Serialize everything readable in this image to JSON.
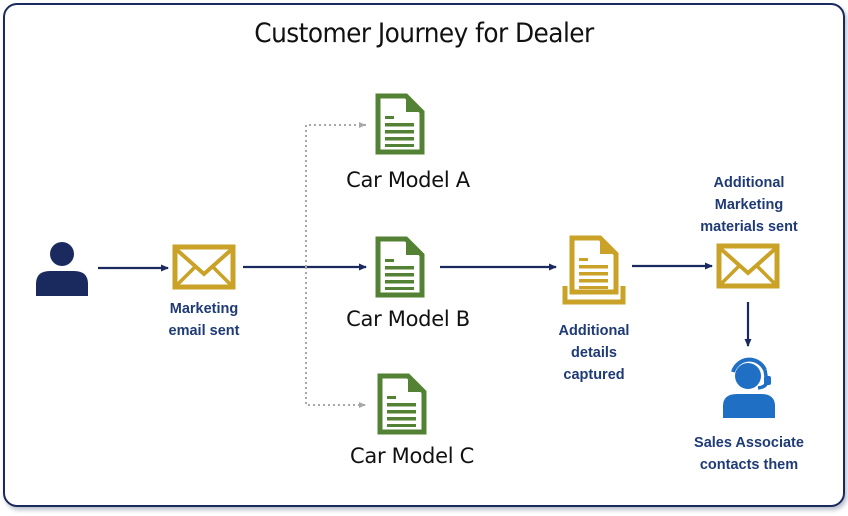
{
  "title": "Customer Journey for Dealer",
  "colors": {
    "frame": "#1a2a5e",
    "arrow": "#1a2a5e",
    "dotted_arrow": "#a8a8a8",
    "doc_green": "#548235",
    "gold": "#c9a227",
    "customer": "#1a2a5e",
    "associate": "#1f6fc4",
    "label_text": "#1f3b76"
  },
  "nodes": {
    "customer": {
      "icon": "person-icon",
      "label": ""
    },
    "marketing_email": {
      "icon": "envelope-icon",
      "label_line1": "Marketing",
      "label_line2": "email sent"
    },
    "car_model_a": {
      "icon": "document-icon",
      "label": "Car Model A"
    },
    "car_model_b": {
      "icon": "document-icon",
      "label": "Car Model B"
    },
    "car_model_c": {
      "icon": "document-icon",
      "label": "Car Model C"
    },
    "additional_details": {
      "icon": "document-tray-icon",
      "label_line1": "Additional",
      "label_line2": "details",
      "label_line3": "captured"
    },
    "additional_marketing": {
      "icon": "envelope-icon",
      "label_line1": "Additional",
      "label_line2": "Marketing",
      "label_line3": "materials sent"
    },
    "sales_associate": {
      "icon": "headset-person-icon",
      "label_line1": "Sales Associate",
      "label_line2": "contacts them"
    }
  },
  "edges": [
    {
      "from": "customer",
      "to": "marketing_email",
      "style": "solid"
    },
    {
      "from": "marketing_email",
      "to": "car_model_b",
      "style": "solid"
    },
    {
      "from": "marketing_email",
      "to": "car_model_a",
      "style": "dotted"
    },
    {
      "from": "marketing_email",
      "to": "car_model_c",
      "style": "dotted"
    },
    {
      "from": "car_model_b",
      "to": "additional_details",
      "style": "solid"
    },
    {
      "from": "additional_details",
      "to": "additional_marketing",
      "style": "solid"
    },
    {
      "from": "additional_marketing",
      "to": "sales_associate",
      "style": "solid"
    }
  ]
}
